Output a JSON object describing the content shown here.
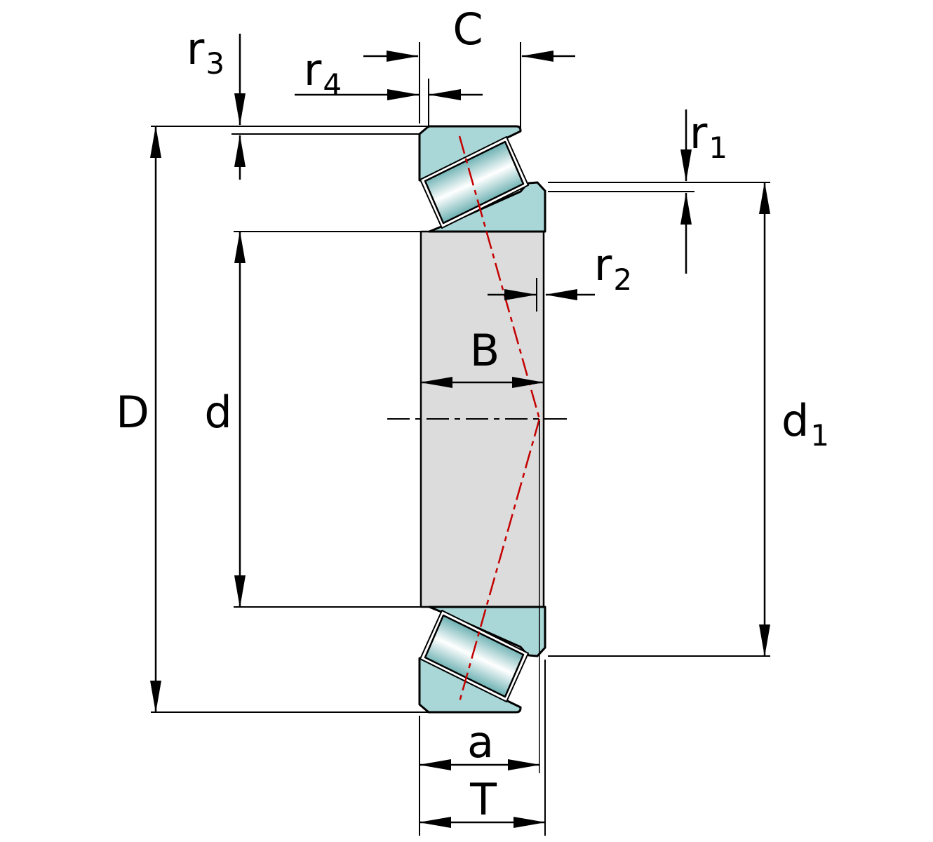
{
  "diagram": {
    "labels": {
      "C": {
        "base": "C",
        "sub": ""
      },
      "r3": {
        "base": "r",
        "sub": "3"
      },
      "r4": {
        "base": "r",
        "sub": "4"
      },
      "r1": {
        "base": "r",
        "sub": "1"
      },
      "r2": {
        "base": "r",
        "sub": "2"
      },
      "B": {
        "base": "B",
        "sub": ""
      },
      "D": {
        "base": "D",
        "sub": ""
      },
      "d": {
        "base": "d",
        "sub": ""
      },
      "d1": {
        "base": "d",
        "sub": "1"
      },
      "a": {
        "base": "a",
        "sub": ""
      },
      "T": {
        "base": "T",
        "sub": ""
      }
    },
    "colors": {
      "ring_fill": "#a9d6d7",
      "bore_fill": "#dcdcdc",
      "outline": "#000000",
      "pressure_line": "#c40000",
      "roller_edge": "#16393b",
      "roller_mid": "#5ea9ab",
      "roller_center": "#ffffff",
      "background": "#ffffff"
    }
  }
}
